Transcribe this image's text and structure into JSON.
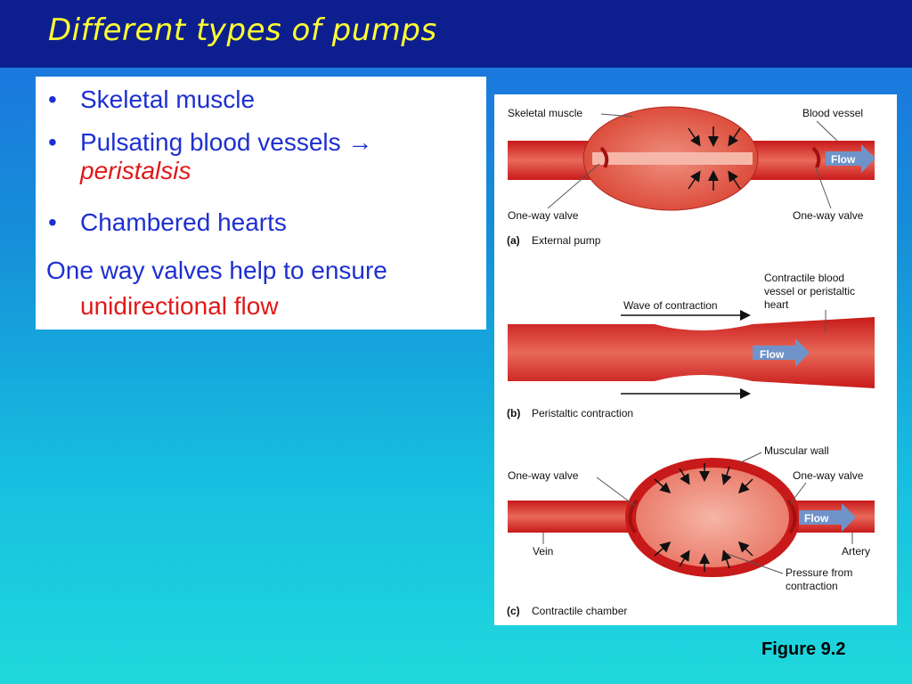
{
  "slide": {
    "title": "Different types of pumps",
    "bullets": [
      "Skeletal muscle",
      "Pulsating blood vessels",
      "Chambered hearts"
    ],
    "bullet_arrow": "→",
    "peristalsis": "peristalsis",
    "paragraph_line1": "One way valves help to ensure",
    "paragraph_line2": "unidirectional flow",
    "figure_caption": "Figure 9.2"
  },
  "figure": {
    "a": {
      "skeletal_muscle": "Skeletal muscle",
      "blood_vessel": "Blood vessel",
      "flow": "Flow",
      "valve_left": "One-way valve",
      "valve_right": "One-way valve",
      "caption_letter": "(a)",
      "caption": "External pump"
    },
    "b": {
      "contractile_line1": "Contractile blood",
      "contractile_line2": "vessel or peristaltic",
      "contractile_line3": "heart",
      "wave": "Wave of contraction",
      "flow": "Flow",
      "caption_letter": "(b)",
      "caption": "Peristaltic contraction"
    },
    "c": {
      "muscular_wall": "Muscular wall",
      "valve_left": "One-way valve",
      "valve_right": "One-way valve",
      "flow": "Flow",
      "vein": "Vein",
      "artery": "Artery",
      "pressure_line1": "Pressure from",
      "pressure_line2": "contraction",
      "caption_letter": "(c)",
      "caption": "Contractile chamber"
    }
  },
  "colors": {
    "title_bar": "#0d1f8f",
    "title_text": "#ffff33",
    "body_text": "#1d2fd0",
    "accent_red": "#e01818"
  }
}
